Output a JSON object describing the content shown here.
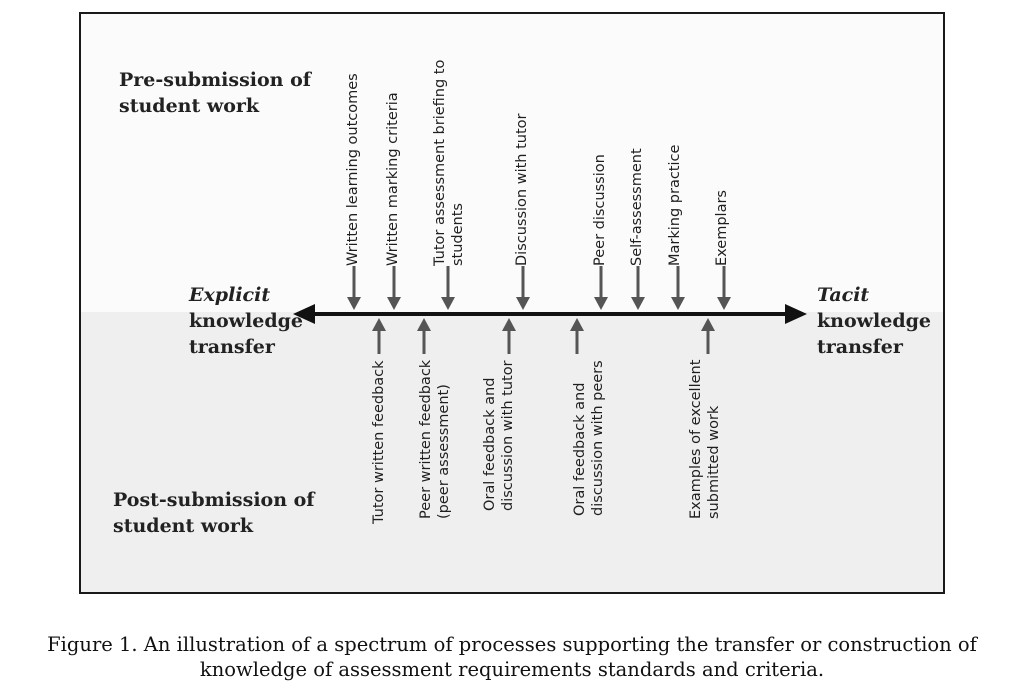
{
  "diagram": {
    "pre_label": [
      "Pre-submission of",
      "student work"
    ],
    "post_label": [
      "Post-submission of",
      "student work"
    ],
    "left_end": {
      "emph": "Explicit",
      "line2": "knowledge",
      "line3": "transfer"
    },
    "right_end": {
      "emph": "Tacit",
      "line2": "knowledge",
      "line3": "transfer"
    },
    "top_items": [
      {
        "lines": [
          "Written  learning outcomes"
        ]
      },
      {
        "lines": [
          "Written  marking criteria"
        ]
      },
      {
        "lines": [
          "Tutor assessment briefing to",
          "students"
        ]
      },
      {
        "lines": [
          "Discussion with tutor"
        ]
      },
      {
        "lines": [
          "Peer discussion"
        ]
      },
      {
        "lines": [
          "Self-assessment"
        ]
      },
      {
        "lines": [
          "Marking practice"
        ]
      },
      {
        "lines": [
          "Exemplars"
        ]
      }
    ],
    "bottom_items": [
      {
        "lines": [
          "Tutor written feedback"
        ]
      },
      {
        "lines": [
          "Peer  written feedback",
          "(peer assessment)"
        ]
      },
      {
        "lines": [
          "Oral feedback  and",
          "discussion with tutor"
        ]
      },
      {
        "lines": [
          "Oral feedback and",
          "discussion with peers"
        ]
      },
      {
        "lines": [
          "Examples of excellent",
          "submitted  work"
        ]
      }
    ]
  },
  "caption": {
    "line1": "Figure 1. An illustration of a spectrum of processes supporting the transfer or construction of",
    "line2": "knowledge of assessment requirements standards and criteria."
  }
}
